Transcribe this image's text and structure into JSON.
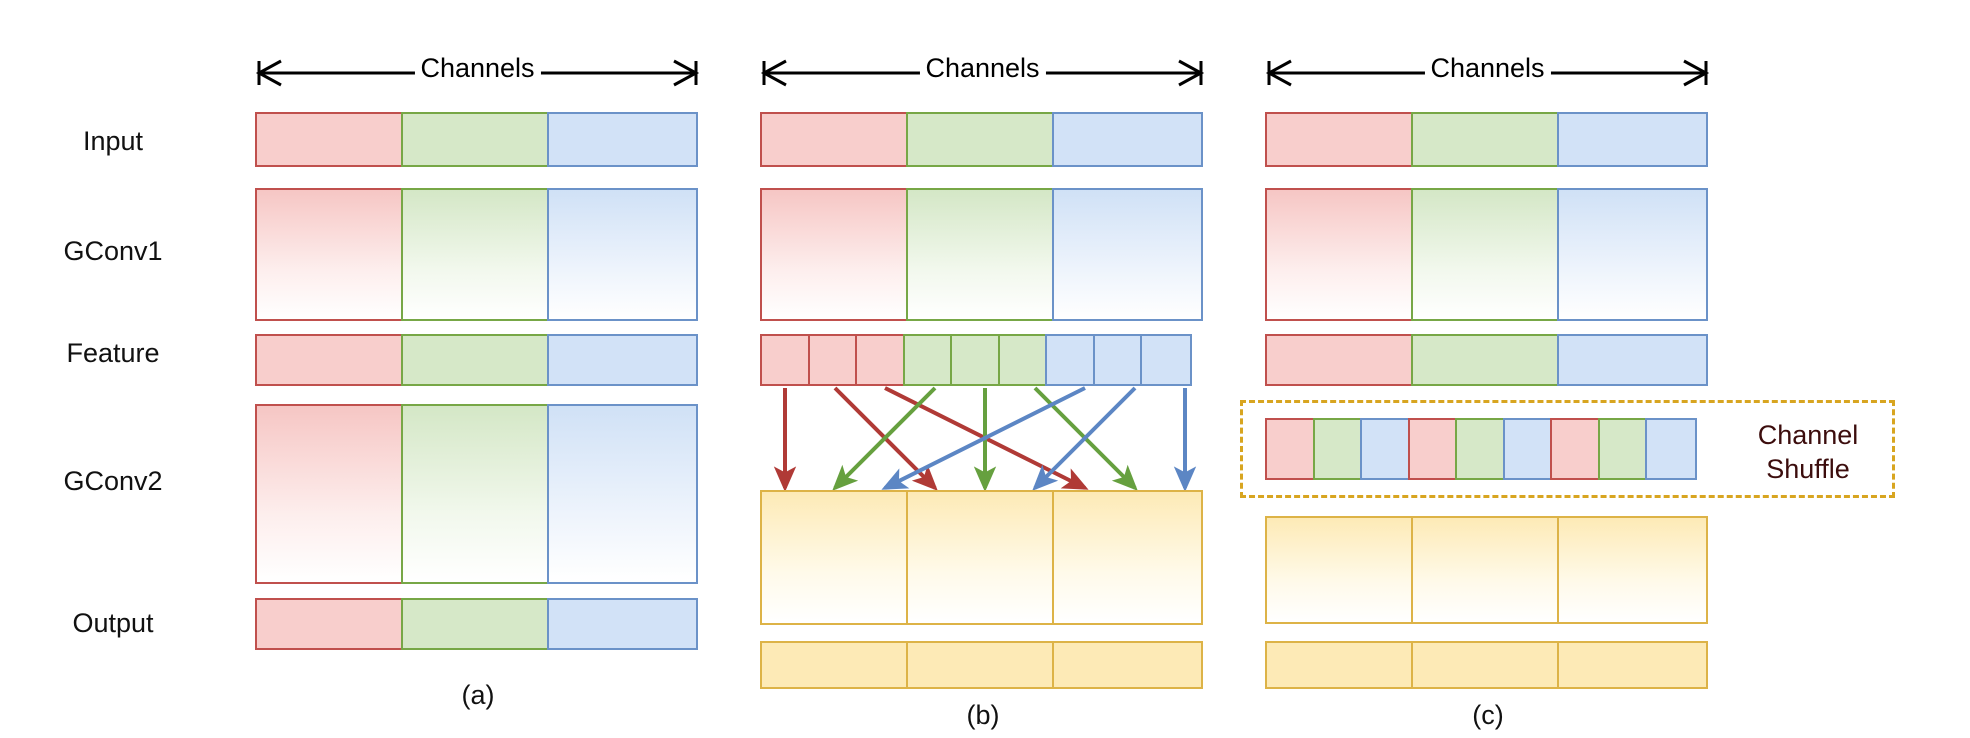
{
  "figure": {
    "type": "diagram",
    "topic": "Group convolution and channel shuffle",
    "row_labels": [
      "Input",
      "GConv1",
      "Feature",
      "GConv2",
      "Output"
    ],
    "axis_label": "Channels",
    "panel_captions": [
      "(a)",
      "(b)",
      "(c)"
    ],
    "callout_line1": "Channel",
    "callout_line2": "Shuffle",
    "colors": {
      "red_fill": "#f8cecc",
      "red_stroke": "#c0504d",
      "green_fill": "#d6e8c8",
      "green_stroke": "#77a746",
      "blue_fill": "#d2e2f7",
      "blue_stroke": "#6b92c8",
      "yellow_fill": "#fdeab6",
      "yellow_stroke": "#ddb347",
      "callout_border": "#d8a520",
      "callout_text": "#3c0d0d",
      "label_text": "#111111"
    },
    "group_count": 3,
    "channels_per_group": 3,
    "group_order": [
      "red",
      "green",
      "blue"
    ],
    "panel_a": {
      "caption": "(a)",
      "rows": [
        {
          "name": "Input",
          "style": "flat",
          "segments": [
            "red",
            "green",
            "blue"
          ]
        },
        {
          "name": "GConv1",
          "style": "grad",
          "segments": [
            "red",
            "green",
            "blue"
          ]
        },
        {
          "name": "Feature",
          "style": "flat",
          "segments": [
            "red",
            "green",
            "blue"
          ]
        },
        {
          "name": "GConv2",
          "style": "grad",
          "segments": [
            "red",
            "green",
            "blue"
          ]
        },
        {
          "name": "Output",
          "style": "flat",
          "segments": [
            "red",
            "green",
            "blue"
          ]
        }
      ]
    },
    "panel_b": {
      "caption": "(b)",
      "rows": [
        {
          "name": "Input",
          "style": "flat",
          "segments": [
            "red",
            "green",
            "blue"
          ]
        },
        {
          "name": "GConv1",
          "style": "grad",
          "segments": [
            "red",
            "green",
            "blue"
          ]
        },
        {
          "name": "Feature",
          "style": "flat",
          "segments": [
            "red",
            "green",
            "blue"
          ],
          "subdivided": true,
          "cells": [
            "red",
            "red",
            "red",
            "green",
            "green",
            "green",
            "blue",
            "blue",
            "blue"
          ]
        },
        {
          "name": "GConv2",
          "style": "grad",
          "segments": [
            "yellow",
            "yellow",
            "yellow"
          ]
        },
        {
          "name": "Output",
          "style": "flat",
          "segments": [
            "yellow",
            "yellow",
            "yellow"
          ]
        }
      ],
      "shuffle_mapping": [
        0,
        3,
        6,
        1,
        4,
        7,
        2,
        5,
        8
      ],
      "arrow_colors": [
        "red",
        "red",
        "red",
        "green",
        "green",
        "green",
        "blue",
        "blue",
        "blue"
      ]
    },
    "panel_c": {
      "caption": "(c)",
      "rows": [
        {
          "name": "Input",
          "style": "flat",
          "segments": [
            "red",
            "green",
            "blue"
          ]
        },
        {
          "name": "GConv1",
          "style": "grad",
          "segments": [
            "red",
            "green",
            "blue"
          ]
        },
        {
          "name": "Feature",
          "style": "flat",
          "segments": [
            "red",
            "green",
            "blue"
          ]
        },
        {
          "name": "Shuffled",
          "style": "flat",
          "cells": [
            "red",
            "green",
            "blue",
            "red",
            "green",
            "blue",
            "red",
            "green",
            "blue"
          ]
        },
        {
          "name": "GConv2",
          "style": "grad",
          "segments": [
            "yellow",
            "yellow",
            "yellow"
          ]
        },
        {
          "name": "Output",
          "style": "flat",
          "segments": [
            "yellow",
            "yellow",
            "yellow"
          ]
        }
      ]
    }
  }
}
